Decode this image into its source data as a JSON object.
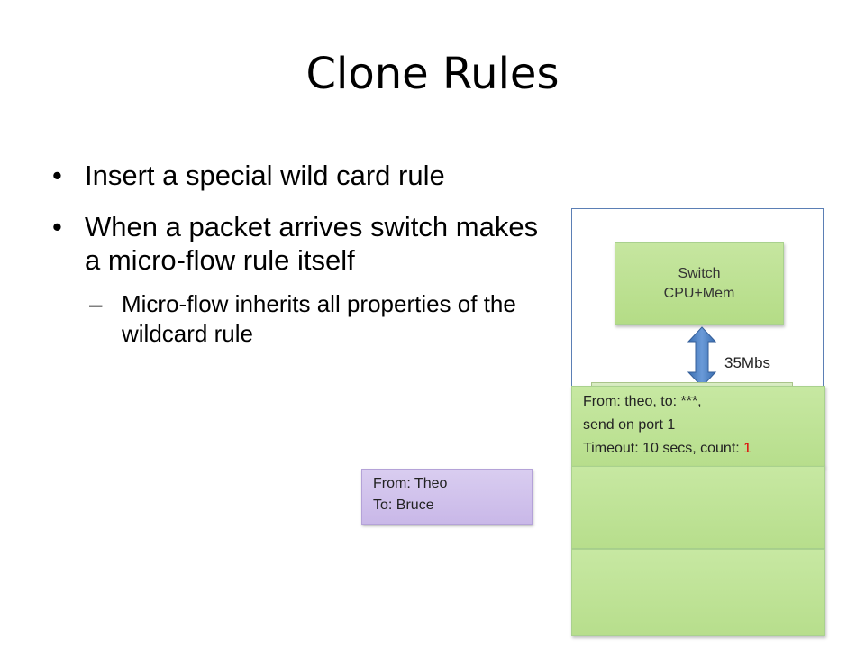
{
  "slide": {
    "title": "Clone Rules",
    "bullets": [
      "Insert a special wild card rule",
      "When a packet arrives switch makes a micro-flow rule itself"
    ],
    "sub_bullets": [
      "Micro-flow inherits all properties of the wildcard rule"
    ],
    "bullet_glyph": "•",
    "sub_bullet_glyph": "–"
  },
  "diagram": {
    "switch_cpu": {
      "line1": "Switch",
      "line2": "CPU+Mem"
    },
    "bandwidth_label": "35Mbs",
    "rule": {
      "line1": "From: theo, to: ***,",
      "line2": "send on port 1",
      "line3_prefix": "Timeout: 10 secs, count: ",
      "count": "1"
    },
    "packet": {
      "line1": "From: Theo",
      "line2": "To: Bruce"
    }
  },
  "colors": {
    "rule_green": "#b7de8c",
    "packet_purple": "#c9b8e8",
    "arrow_blue": "#4a7ebb",
    "count_red": "#e00000"
  }
}
